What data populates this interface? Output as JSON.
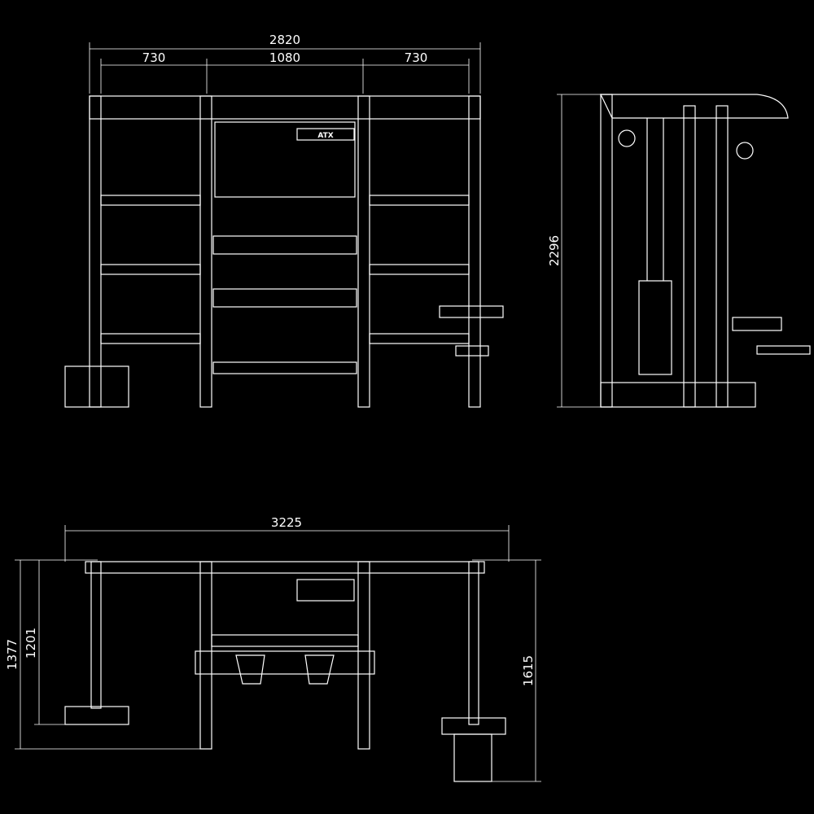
{
  "drawing": {
    "front_view": {
      "overall_width": "2820",
      "left_bay": "730",
      "center_bay": "1080",
      "right_bay": "730"
    },
    "side_view": {
      "height": "2296"
    },
    "top_view": {
      "overall_width": "3225",
      "depth_outer": "1377",
      "depth_inner": "1201",
      "depth_bench": "1615"
    },
    "logo": "ATX",
    "colors": {
      "background": "#000000",
      "line": "#ffffff"
    }
  }
}
